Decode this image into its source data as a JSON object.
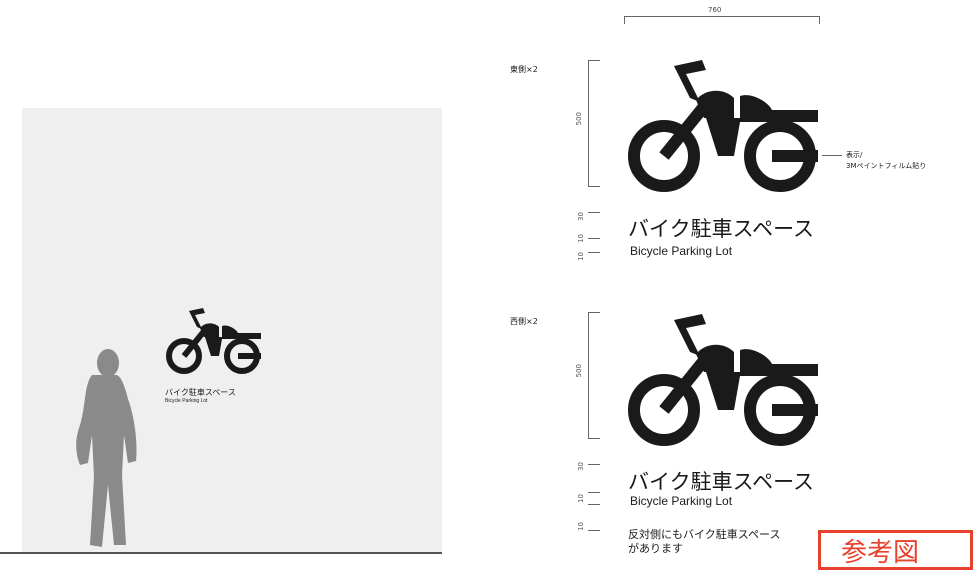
{
  "preview": {
    "title_ja": "バイク駐車スペース",
    "title_en": "Bicycle Parking Lot"
  },
  "east": {
    "side_label": "東側×2",
    "width_dim": "760",
    "height_dim": "500",
    "material_note": [
      "表示/",
      "3Mペイントフィルム貼り"
    ],
    "title_ja": "バイク駐車スペース",
    "title_en": "Bicycle Parking Lot",
    "small_dims": [
      "30",
      "10",
      "10"
    ]
  },
  "west": {
    "side_label": "西側×2",
    "height_dim": "500",
    "title_ja": "バイク駐車スペース",
    "title_en": "Bicycle Parking Lot",
    "note_lines": [
      "反対側にもバイク駐車スペース",
      "があります"
    ],
    "small_dims": [
      "30",
      "10",
      "10"
    ]
  },
  "stamp": "参考図",
  "colors": {
    "wall": "#efefef",
    "silhouette": "#8a8a8a",
    "icon": "#1a1a1a",
    "stamp": "#e8412e"
  }
}
